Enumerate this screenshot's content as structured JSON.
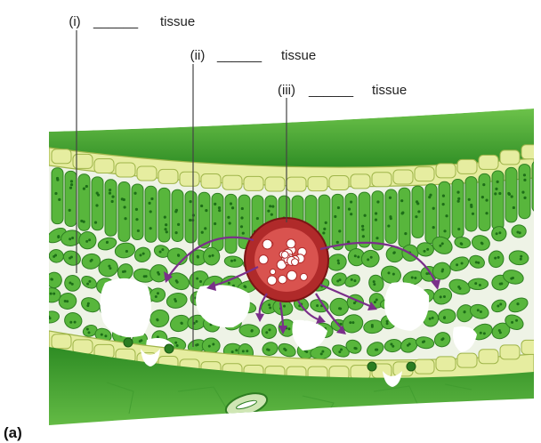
{
  "labels": {
    "one": {
      "number": "(i)",
      "blank": "______",
      "word": "tissue"
    },
    "two": {
      "number": "(ii)",
      "blank": "______",
      "word": "tissue"
    },
    "three": {
      "number": "(iii)",
      "blank": "______",
      "word": "tissue"
    }
  },
  "figure_tag": "(a)",
  "colors": {
    "cuticle": "#3f9e2c",
    "epidermis": "#e6eda0",
    "mesophyll_cell": "#58b63c",
    "chloroplast": "#1d6e18",
    "xylem": "#b02a2a",
    "transport_arrow": "#7a2f8a",
    "label_line": "#444444"
  }
}
